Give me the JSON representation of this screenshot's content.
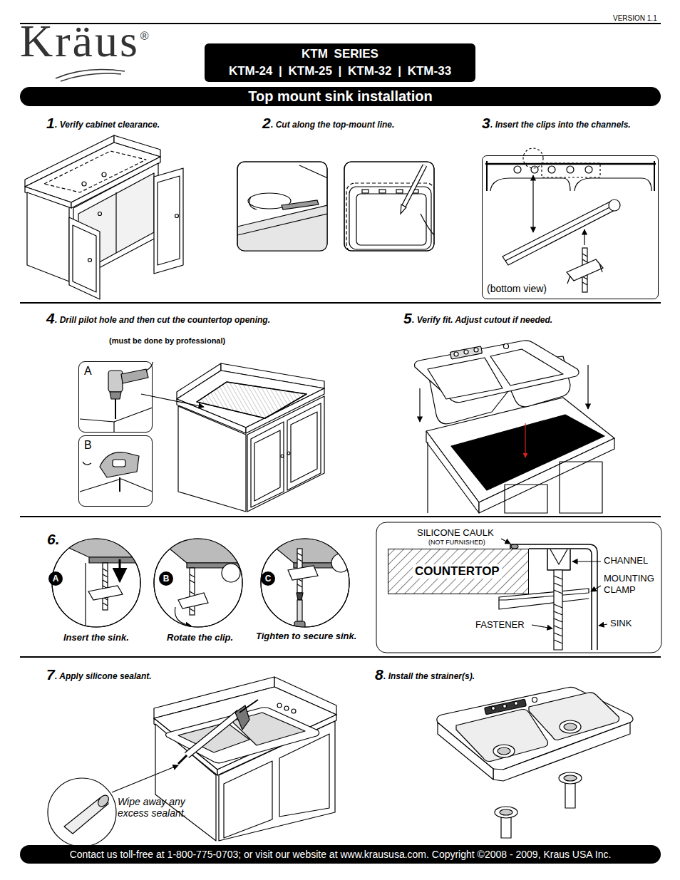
{
  "diagram": {
    "title": "Top mount sink installation",
    "nodes": [
      {
        "text": [
          "KTM SERIES",
          "KTM-24 | KTM-25 | KTM-32 | KTM-33"
        ]
      },
      {
        "text": [
          "(bottom view)"
        ]
      },
      {
        "text": [
          "A"
        ]
      },
      {
        "text": [
          "B"
        ]
      },
      {
        "text": [
          "A"
        ]
      },
      {
        "text": [
          "B"
        ]
      },
      {
        "text": [
          "C"
        ]
      },
      {
        "text": [
          "COUNTERTOP"
        ]
      },
      {
        "text": [
          "Contact us toll-free at 1-800-775-0703; or visit our website at www.kraususa.com. Copyright ©2008 - 2009, Kraus USA Inc."
        ]
      }
    ],
    "labels": [
      "VERSION 1.1",
      "Kräus",
      "®",
      "1",
      ". Verify cabinet clearance.",
      "2",
      ". Cut along the top-mount line.",
      "3",
      ". Insert the clips into the channels.",
      "4",
      ". Drill pilot hole and then cut the countertop opening.",
      "(must be done by professional)",
      "5",
      ". Verify fit. Adjust cutout if needed.",
      "6.",
      "Insert the sink.",
      "Rotate the clip.",
      "Tighten to secure sink.",
      "SILICONE CAULK",
      "(NOT FURNISHED)",
      "CHANNEL",
      "MOUNTING CLAMP",
      "FASTENER",
      "SINK",
      "7",
      ". Apply silicone sealant.",
      "8",
      ". Install the strainer(s).",
      "Wipe away any excess sealant."
    ]
  }
}
